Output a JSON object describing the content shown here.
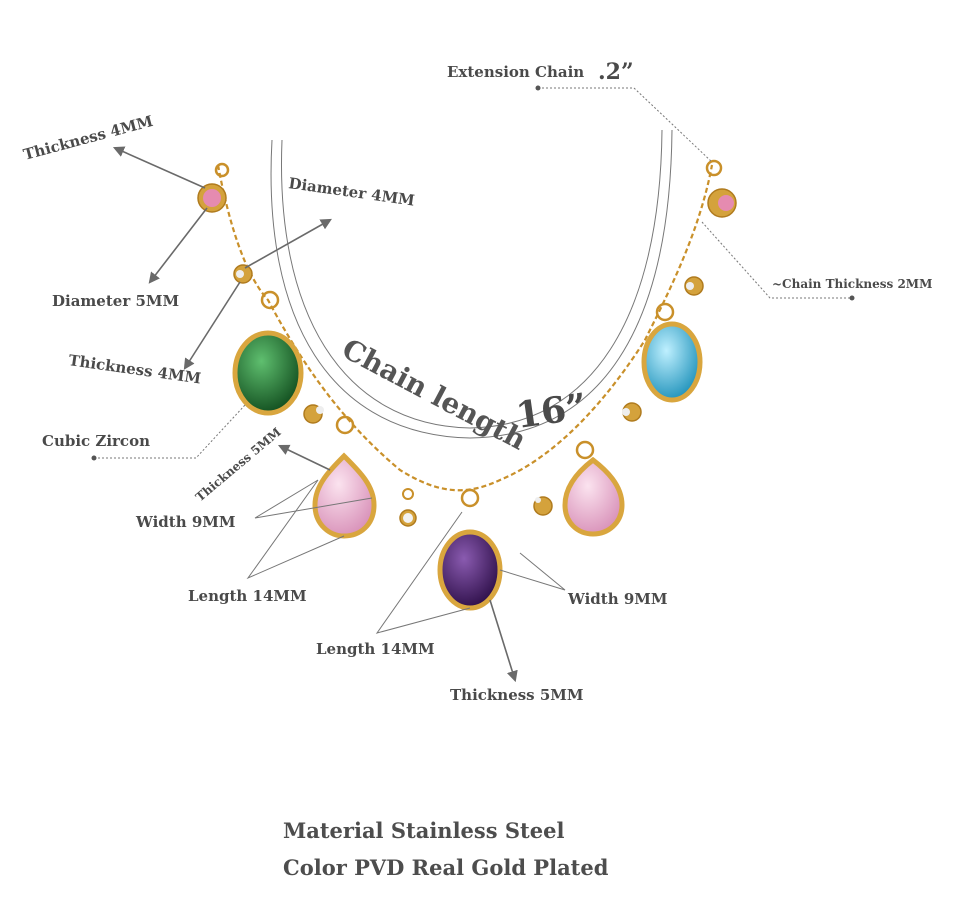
{
  "labels": {
    "extension_chain": "Extension Chain",
    "extension_chain_value": ".2”",
    "thickness_top_left": "Thickness 4MM",
    "diameter_4mm": "Diameter 4MM",
    "diameter_5mm": "Diameter 5MM",
    "thickness_4mm": "Thickness 4MM",
    "chain_thickness": "~Chain Thickness 2MM",
    "chain_length": "Chain length",
    "chain_length_value": "16”",
    "cubic_zircon": "Cubic Zircon",
    "thickness_5mm_side": "Thickness 5MM",
    "width_left": "Width 9MM",
    "length_left": "Length 14MM",
    "width_right": "Width 9MM",
    "length_center": "Length 14MM",
    "thickness_bottom": "Thickness 5MM"
  },
  "footer": {
    "material": "Material Stainless Steel",
    "color": "Color PVD Real Gold Plated"
  },
  "colors": {
    "gold": "#d4a23c",
    "green_stone": "#1f6b2e",
    "pink_stone": "#e8b4d0",
    "blue_stone": "#3fb6d6",
    "purple_stone": "#4a1f6b",
    "pink_small_stone": "#e58bb0"
  }
}
